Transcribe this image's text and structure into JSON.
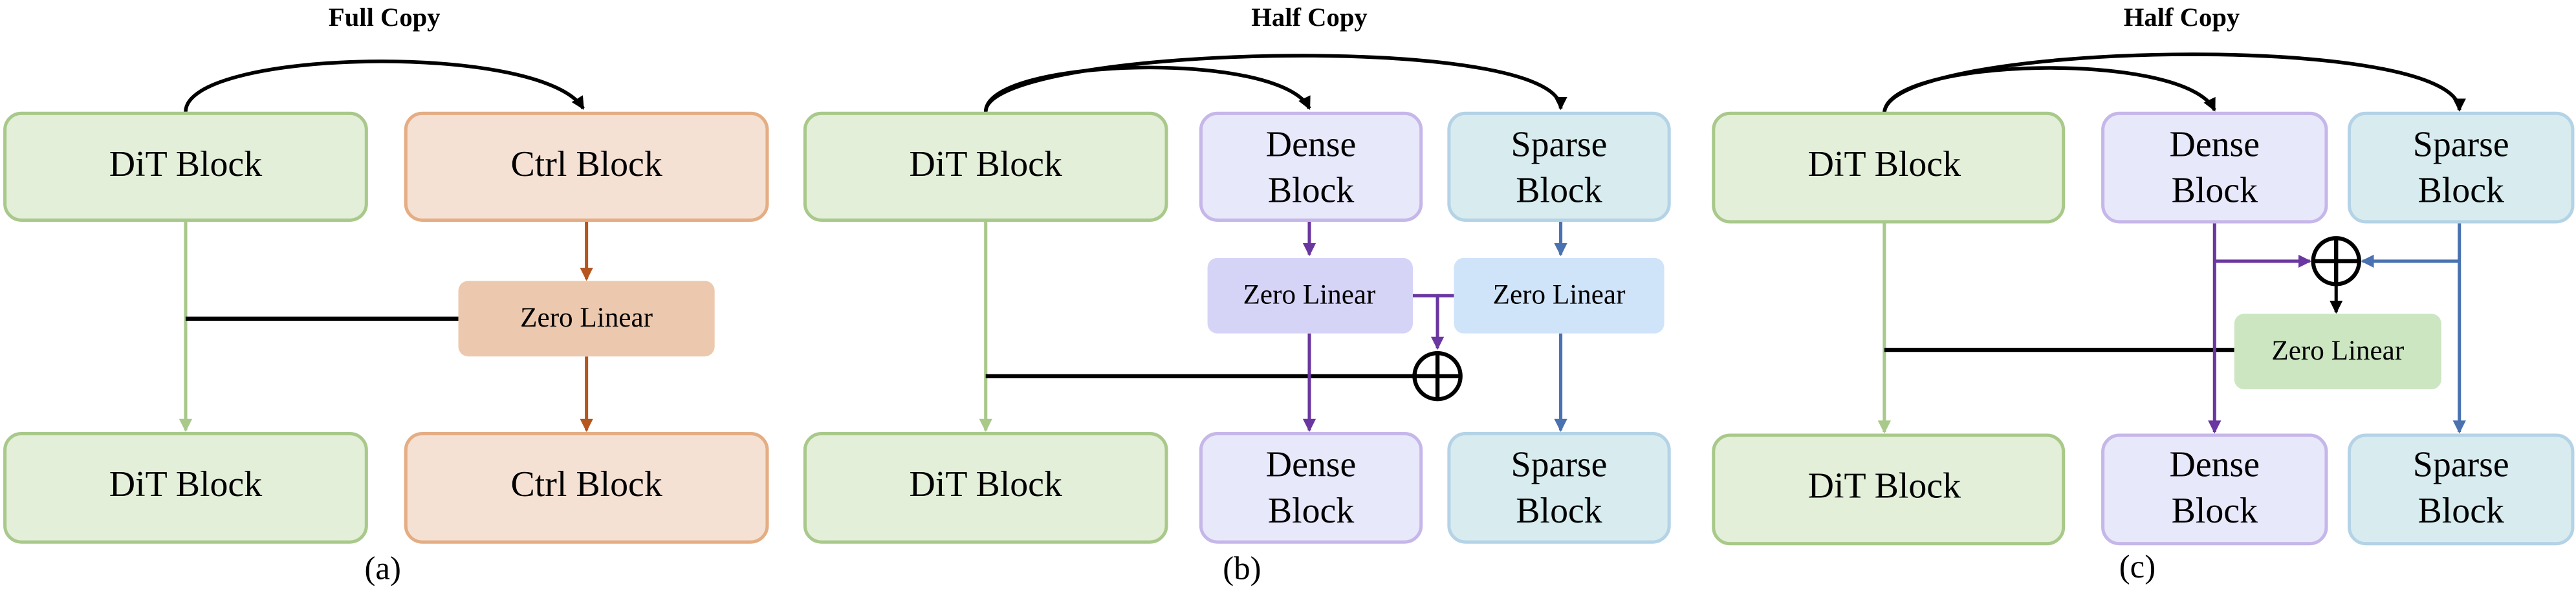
{
  "panels": [
    {
      "title": "Full Copy",
      "caption": "(a)",
      "dit": "DiT Block",
      "ctrl": "Ctrl Block",
      "zero_linear": "Zero Linear"
    },
    {
      "title": "Half Copy",
      "caption": "(b)",
      "dit": "DiT Block",
      "dense": [
        "Dense",
        "Block"
      ],
      "sparse": [
        "Sparse",
        "Block"
      ],
      "zero_linear_dense": "Zero Linear",
      "zero_linear_sparse": "Zero Linear"
    },
    {
      "title": "Half Copy",
      "caption": "(c)",
      "dit": "DiT Block",
      "dense": [
        "Dense",
        "Block"
      ],
      "sparse": [
        "Sparse",
        "Block"
      ],
      "zero_linear": "Zero Linear"
    }
  ],
  "colors": {
    "dit_fill": "#e3efd9",
    "dit_stroke": "#a9c98b",
    "ctrl_fill": "#f5e1d4",
    "ctrl_stroke": "#e4ad84",
    "ctrl_zero": "#ecc9ae",
    "ctrl_line": "#b5561f",
    "dense_fill": "#e8e8fb",
    "dense_stroke": "#c6b7e9",
    "dense_line": "#6a37a0",
    "dense_zero": "#d5d4f7",
    "sparse_fill": "#d8ecef",
    "sparse_stroke": "#b4d3e6",
    "sparse_line": "#4a72b0",
    "sparse_zero": "#cfe3f9",
    "fused_zero": "#cde6c2"
  }
}
